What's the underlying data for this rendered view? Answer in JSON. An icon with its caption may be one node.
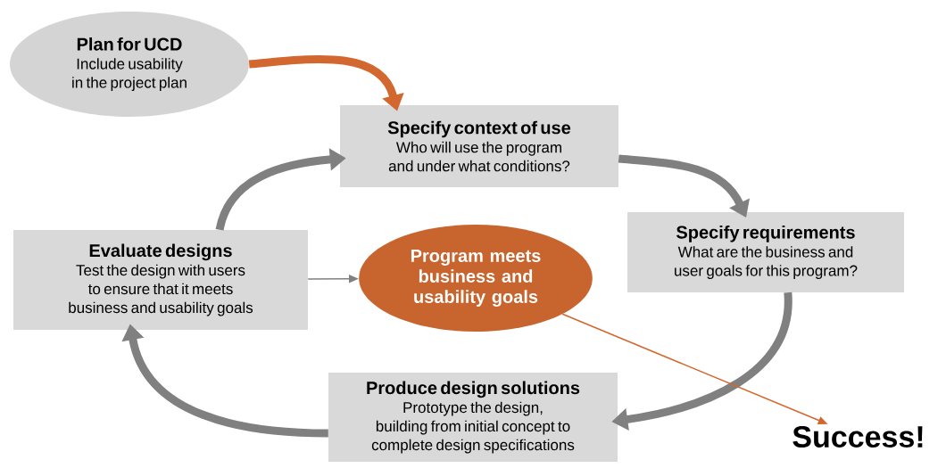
{
  "diagram": {
    "nodes": [
      {
        "text": [
          "Plan for UCD",
          "Include usability in the project plan"
        ]
      },
      {
        "text": [
          "Specify context of use",
          "Who will use the program and under what conditions?"
        ]
      },
      {
        "text": [
          "Specify requirements",
          "What are the business and user goals for this program?"
        ]
      },
      {
        "text": [
          "Program meets business and usability goals"
        ]
      },
      {
        "text": [
          "Evaluate designs",
          "Test the design with users to ensure that it meets business and usability goals"
        ]
      },
      {
        "text": [
          "Produce design solutions",
          "Prototype the design, building from initial concept to complete design specifications"
        ]
      },
      {
        "text": [
          "Success!"
        ]
      }
    ],
    "edges": [
      {
        "from": 0,
        "to": 1,
        "arrow": "to",
        "color": "#d2672f"
      },
      {
        "from": 1,
        "to": 2,
        "arrow": "to"
      },
      {
        "from": 2,
        "to": 5,
        "arrow": "to"
      },
      {
        "from": 5,
        "to": 4,
        "arrow": "to"
      },
      {
        "from": 4,
        "to": 1,
        "arrow": "to"
      },
      {
        "from": 4,
        "to": 3,
        "arrow": "to"
      },
      {
        "from": 3,
        "to": 6,
        "arrow": "to",
        "color": "#d2672f"
      }
    ]
  }
}
